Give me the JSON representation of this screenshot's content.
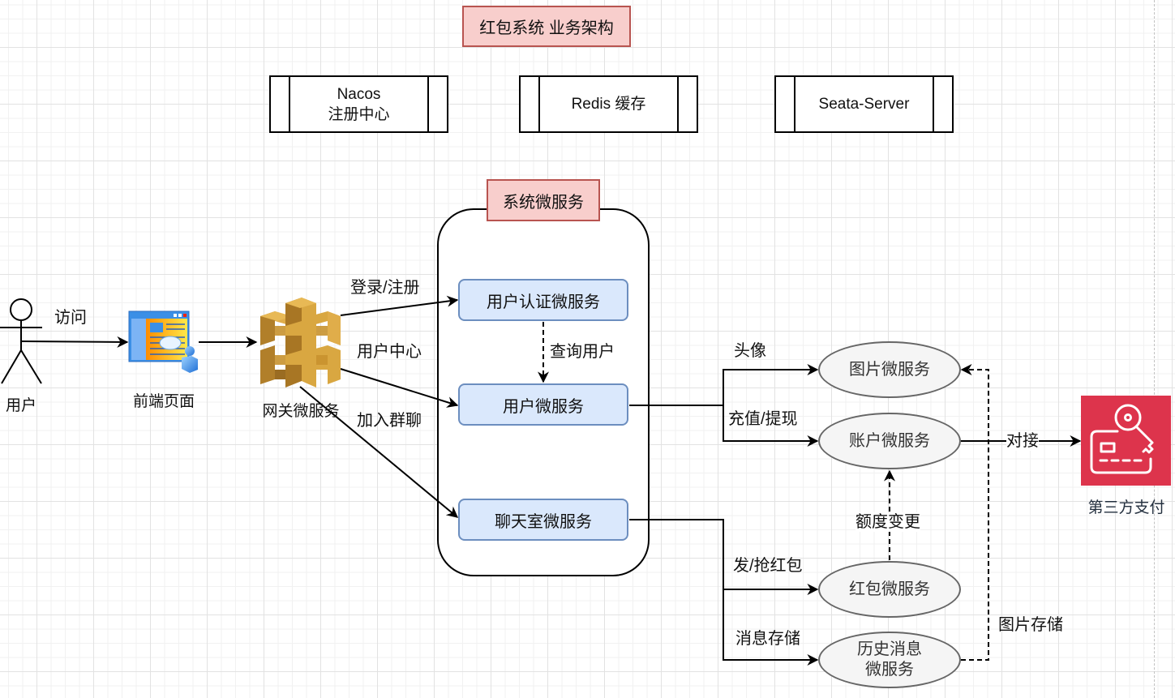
{
  "title": "红包系统 业务架构",
  "infrastructure": [
    {
      "id": "nacos",
      "lines": [
        "Nacos",
        "注册中心"
      ]
    },
    {
      "id": "redis",
      "lines": [
        "Redis 缓存"
      ]
    },
    {
      "id": "seata",
      "lines": [
        "Seata-Server"
      ]
    }
  ],
  "actor": {
    "label": "用户",
    "icon": "stick-figure-icon"
  },
  "frontend": {
    "label": "前端页面",
    "icon": "web-page-icon"
  },
  "gateway": {
    "label": "网关微服务",
    "icon": "api-gateway-icon"
  },
  "system_group": {
    "title": "系统微服务",
    "services": [
      {
        "id": "auth",
        "label": "用户认证微服务"
      },
      {
        "id": "user",
        "label": "用户微服务"
      },
      {
        "id": "chat",
        "label": "聊天室微服务"
      }
    ]
  },
  "microservices": [
    {
      "id": "image",
      "lines": [
        "图片微服务"
      ]
    },
    {
      "id": "account",
      "lines": [
        "账户微服务"
      ]
    },
    {
      "id": "redpacket",
      "lines": [
        "红包微服务"
      ]
    },
    {
      "id": "history",
      "lines": [
        "历史消息",
        "微服务"
      ]
    }
  ],
  "third_party": {
    "label": "第三方支付",
    "icon": "payment-card-key-icon",
    "color": "#dd344c"
  },
  "edges": {
    "visit": "访问",
    "login_register": "登录/注册",
    "user_center": "用户中心",
    "join_group": "加入群聊",
    "query_user": "查询用户",
    "avatar": "头像",
    "recharge_withdraw": "充值/提现",
    "integrate": "对接",
    "quota_change": "额度变更",
    "send_grab_redpacket": "发/抢红包",
    "message_storage": "消息存储",
    "image_storage": "图片存储"
  },
  "colors": {
    "title_fill": "#f8cecc",
    "title_stroke": "#b85450",
    "service_fill": "#dae8fc",
    "service_stroke": "#6c8ebf",
    "ellipse_fill": "#f5f5f5",
    "ellipse_stroke": "#666666",
    "gateway_gold": "#d9a741"
  }
}
